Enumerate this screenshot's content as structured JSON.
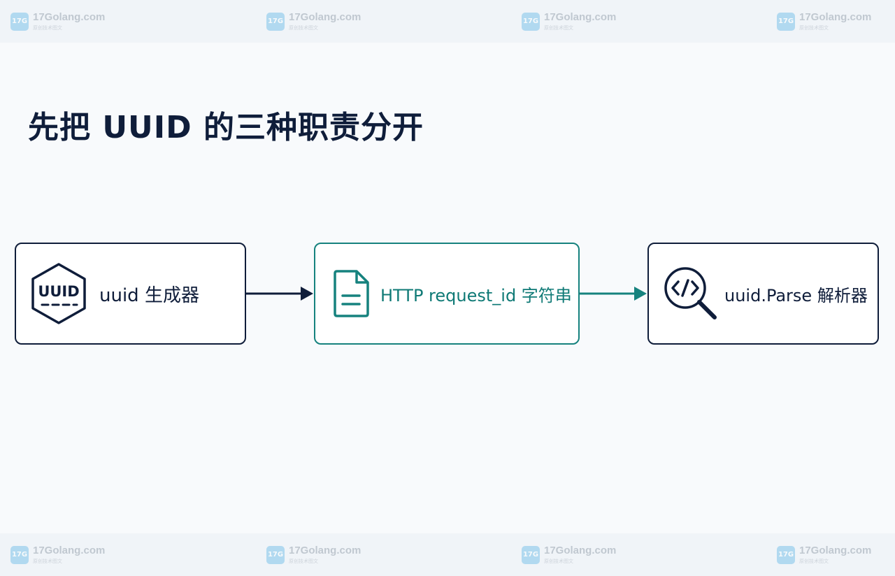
{
  "watermark": {
    "name": "17Golang.com",
    "subtitle": "原创技术图文",
    "logo_text": "17G"
  },
  "title": "先把 UUID 的三种职责分开",
  "diagram": {
    "nodes": [
      {
        "label": "uuid 生成器",
        "icon": "uuid-hexagon-icon",
        "icon_text": "UUID"
      },
      {
        "label": "HTTP request_id 字符串",
        "icon": "document-icon"
      },
      {
        "label": "uuid.Parse 解析器",
        "icon": "code-search-icon"
      }
    ],
    "edges": [
      {
        "from": 0,
        "to": 1
      },
      {
        "from": 1,
        "to": 2
      }
    ]
  },
  "colors": {
    "navy": "#0f1d3a",
    "teal": "#16827e",
    "background": "#f8fafc"
  }
}
